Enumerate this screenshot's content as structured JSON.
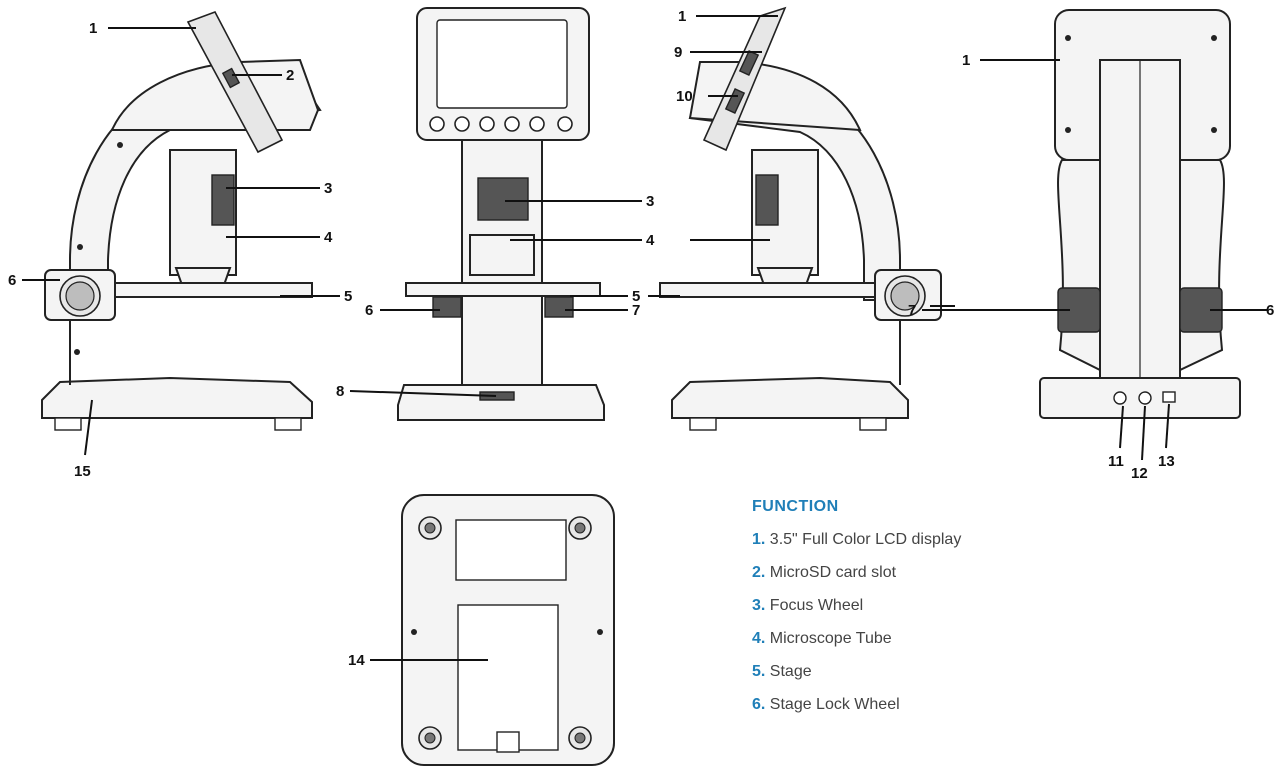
{
  "callouts": {
    "v1_1": "1",
    "v1_2": "2",
    "v1_3": "3",
    "v1_4": "4",
    "v1_5": "5",
    "v1_6": "6",
    "v1_15": "15",
    "v2_3": "3",
    "v2_4": "4",
    "v2_5": "5",
    "v2_6": "6",
    "v2_7": "7",
    "v2_8": "8",
    "v3_1": "1",
    "v3_9": "9",
    "v3_10": "10",
    "v4_1": "1",
    "v4_7": "7",
    "v4_6": "6",
    "v4_11": "11",
    "v4_12": "12",
    "v4_13": "13",
    "v5_14": "14"
  },
  "function_list": {
    "heading": "FUNCTION",
    "items": [
      {
        "num": "1.",
        "label": "3.5\" Full Color LCD display"
      },
      {
        "num": "2.",
        "label": "MicroSD card slot"
      },
      {
        "num": "3.",
        "label": "Focus Wheel"
      },
      {
        "num": "4.",
        "label": "Microscope Tube"
      },
      {
        "num": "5.",
        "label": "Stage"
      },
      {
        "num": "6.",
        "label": "Stage Lock Wheel"
      }
    ]
  },
  "colors": {
    "accent": "#1f7fb8",
    "text": "#444444",
    "line": "#111111"
  }
}
